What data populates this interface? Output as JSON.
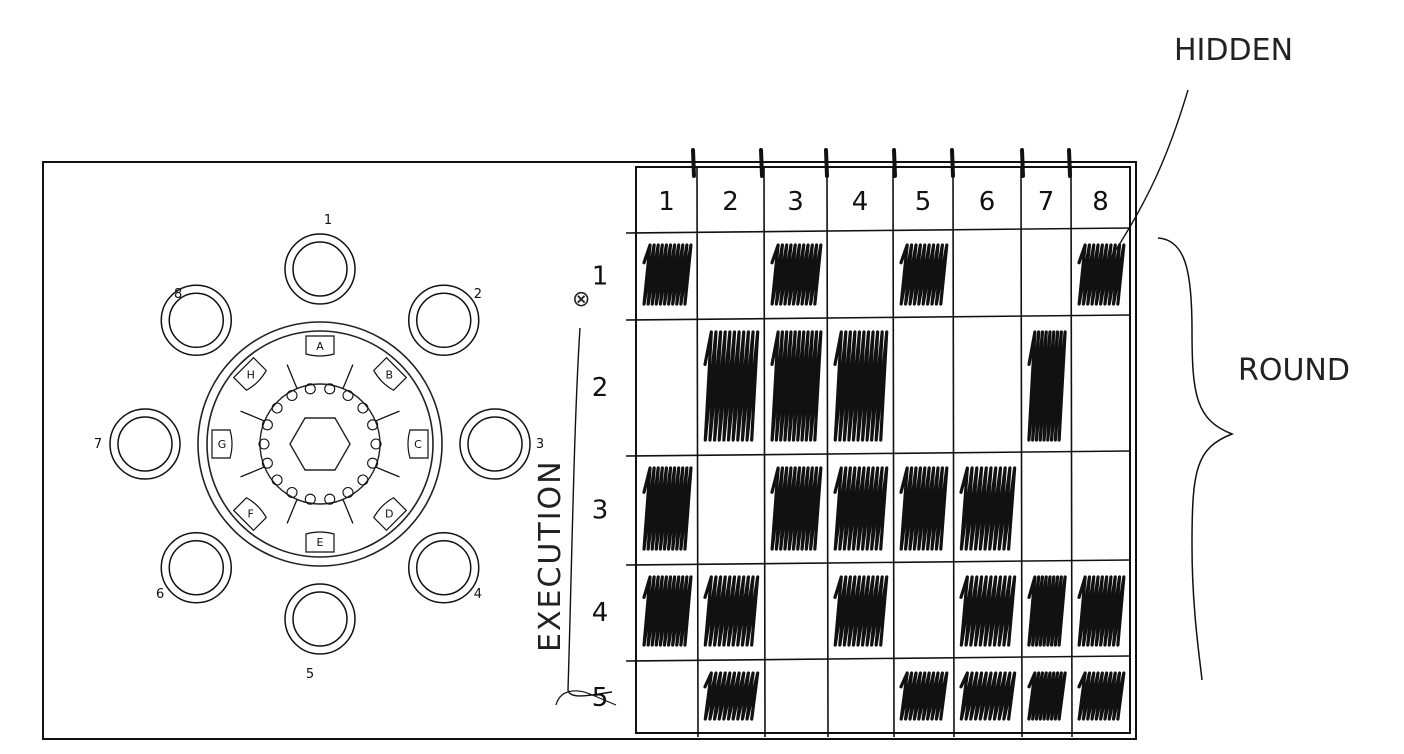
{
  "annotations": {
    "hidden": "HIDDEN",
    "round": "ROUND",
    "execution": "EXECUTION",
    "marker": "⊗"
  },
  "seats": [
    "1",
    "2",
    "3",
    "4",
    "5",
    "6",
    "7",
    "8"
  ],
  "slots": [
    "A",
    "B",
    "C",
    "D",
    "E",
    "F",
    "G",
    "H"
  ],
  "grid": {
    "column_headers": [
      "1",
      "2",
      "3",
      "4",
      "5",
      "6",
      "7",
      "8"
    ],
    "row_labels": [
      "1",
      "2",
      "3",
      "4",
      "5"
    ],
    "filled": [
      [
        true,
        false,
        true,
        false,
        true,
        false,
        false,
        true
      ],
      [
        false,
        true,
        true,
        true,
        false,
        false,
        true,
        false
      ],
      [
        true,
        false,
        true,
        true,
        true,
        true,
        false,
        false
      ],
      [
        true,
        true,
        false,
        true,
        false,
        true,
        true,
        true
      ],
      [
        false,
        true,
        false,
        false,
        true,
        true,
        true,
        true
      ]
    ]
  },
  "colors": {
    "ink": "#111111",
    "paper": "#ffffff"
  }
}
